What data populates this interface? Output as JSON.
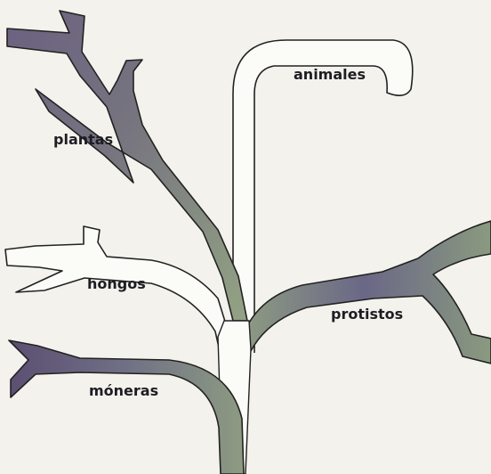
{
  "diagram": {
    "labels": {
      "plantas": "plantas",
      "animales": "animales",
      "hongos": "hongos",
      "protistos": "protistos",
      "moneras": "móneras"
    },
    "colors": {
      "background": "#f3f2ec",
      "branch_dark_purple": "#5d5a72",
      "branch_green": "#8d9a7e",
      "branch_light": "#fbfbf8",
      "outline": "#222222"
    }
  }
}
